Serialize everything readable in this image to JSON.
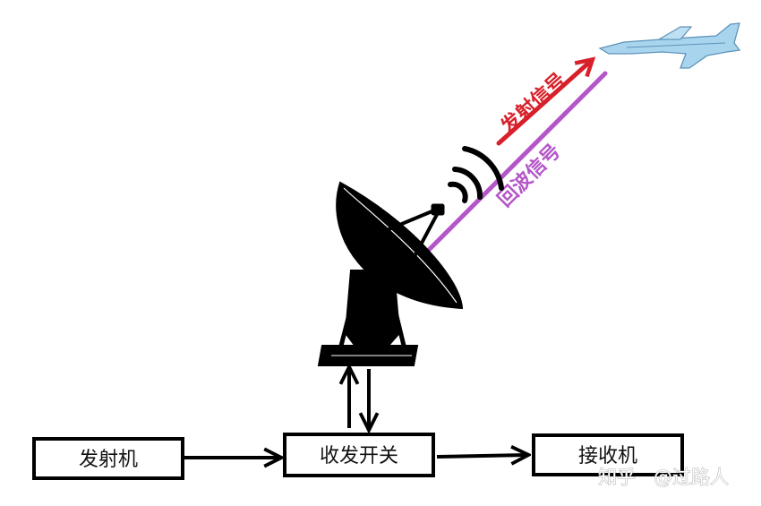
{
  "blocks": {
    "transmitter": "发射机",
    "tr_switch": "收发开关",
    "receiver": "接收机"
  },
  "signals": {
    "transmit": "发射信号",
    "echo": "回波信号"
  },
  "watermark": {
    "site": "知乎",
    "author": "@过路人"
  },
  "colors": {
    "transmit_signal": "#d8202a",
    "echo_signal": "#b455c8",
    "aircraft": "#a9d4ee",
    "antenna": "#000000",
    "box_border": "#000000"
  },
  "icons": [
    "radar-antenna-icon",
    "aircraft-icon",
    "radio-waves-icon"
  ]
}
